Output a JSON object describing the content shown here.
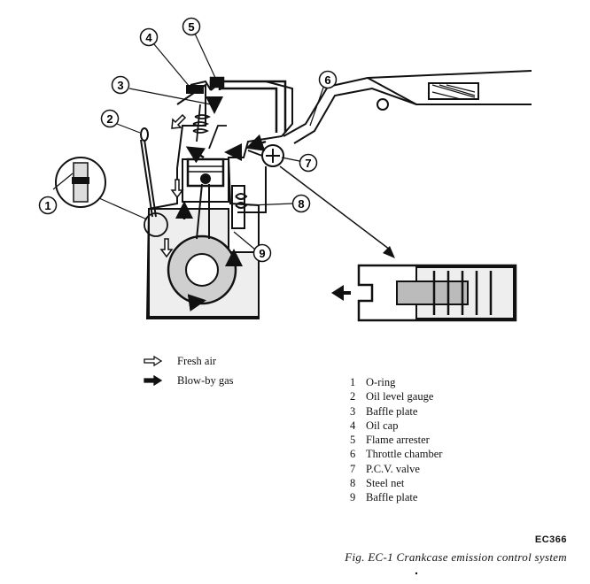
{
  "callouts": [
    "1",
    "2",
    "3",
    "4",
    "5",
    "6",
    "7",
    "8",
    "9"
  ],
  "legend": [
    {
      "icon": "hollow-arrow-icon",
      "label": "Fresh air"
    },
    {
      "icon": "solid-arrow-icon",
      "label": "Blow-by gas"
    }
  ],
  "parts": [
    {
      "num": "1",
      "name": "O-ring"
    },
    {
      "num": "2",
      "name": "Oil level gauge"
    },
    {
      "num": "3",
      "name": "Baffle plate"
    },
    {
      "num": "4",
      "name": "Oil cap"
    },
    {
      "num": "5",
      "name": "Flame arrester"
    },
    {
      "num": "6",
      "name": "Throttle chamber"
    },
    {
      "num": "7",
      "name": "P.C.V. valve"
    },
    {
      "num": "8",
      "name": "Steel net"
    },
    {
      "num": "9",
      "name": "Baffle plate"
    }
  ],
  "figure_code": "EC366",
  "caption": "Fig. EC-1 Crankcase emission control system"
}
